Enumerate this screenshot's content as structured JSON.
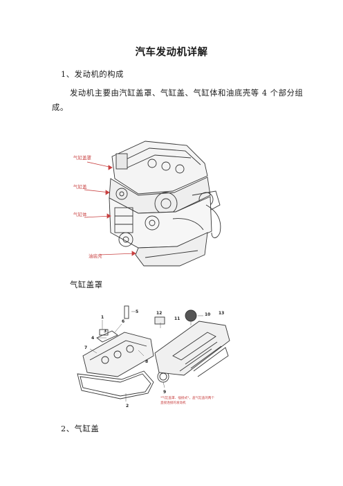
{
  "doc": {
    "title": "汽车发动机详解",
    "section1_heading": "1、发动机的构成",
    "section1_body_line1": "发动机主要由汽缸盖罩、气缸盖、气缸体和油底壳等 4 个部分组",
    "section1_body_line2": "成。",
    "figure1": {
      "labels": [
        "气缸盖罩",
        "气缸盖",
        "气缸体",
        "油底壳"
      ]
    },
    "caption2": "气缸盖罩",
    "figure2": {
      "numbers": [
        "1",
        "5",
        "6",
        "7",
        "4",
        "3",
        "8",
        "2",
        "9",
        "12",
        "11",
        "10",
        "13"
      ],
      "note_line1": "*气缸盖罩、插接式*，盖气缸盖的两个",
      "note_line2": "直接连接的发动机"
    },
    "section2_heading": "2、气缸盖"
  }
}
